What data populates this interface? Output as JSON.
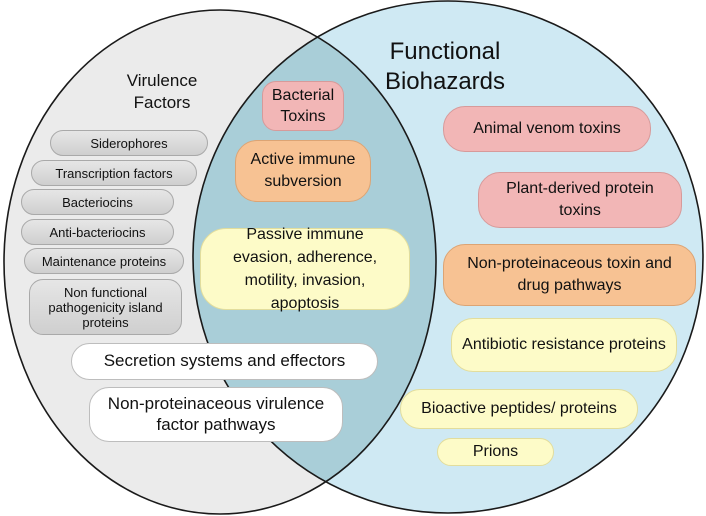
{
  "titles": {
    "functional_biohazards": "Functional Biohazards",
    "virulence_factors": "Virulence Factors"
  },
  "virulence_only": {
    "siderophores": "Siderophores",
    "transcription_factors": "Transcription factors",
    "bacteriocins": "Bacteriocins",
    "anti_bacteriocins": "Anti-bacteriocins",
    "maintenance_proteins": "Maintenance proteins",
    "non_functional_pathogenicity": "Non functional pathogenicity island proteins",
    "secretion_systems": "Secretion systems and effectors",
    "non_proteinaceous_virulence": "Non-proteinaceous virulence factor pathways"
  },
  "overlap": {
    "bacterial_toxins": "Bacterial Toxins",
    "active_immune": "Active immune subversion",
    "passive_immune": "Passive immune evasion, adherence, motility, invasion, apoptosis"
  },
  "biohazards_only": {
    "animal_venom": "Animal venom toxins",
    "plant_derived": "Plant-derived protein toxins",
    "non_proteinaceous_toxin": "Non-proteinaceous toxin and drug pathways",
    "antibiotic_resistance": "Antibiotic resistance proteins",
    "bioactive_peptides": "Bioactive peptides/ proteins",
    "prions": "Prions"
  },
  "colors": {
    "biohazards_circle": "#cfe9f3",
    "overlap": "#a9ced8",
    "virulence_circle": "#ebebeb",
    "toxin_pink": "#f2b6b6",
    "immune_orange": "#f7c293",
    "pale_yellow": "#fdfbc8",
    "grey_pill": "#d9d9d9"
  }
}
